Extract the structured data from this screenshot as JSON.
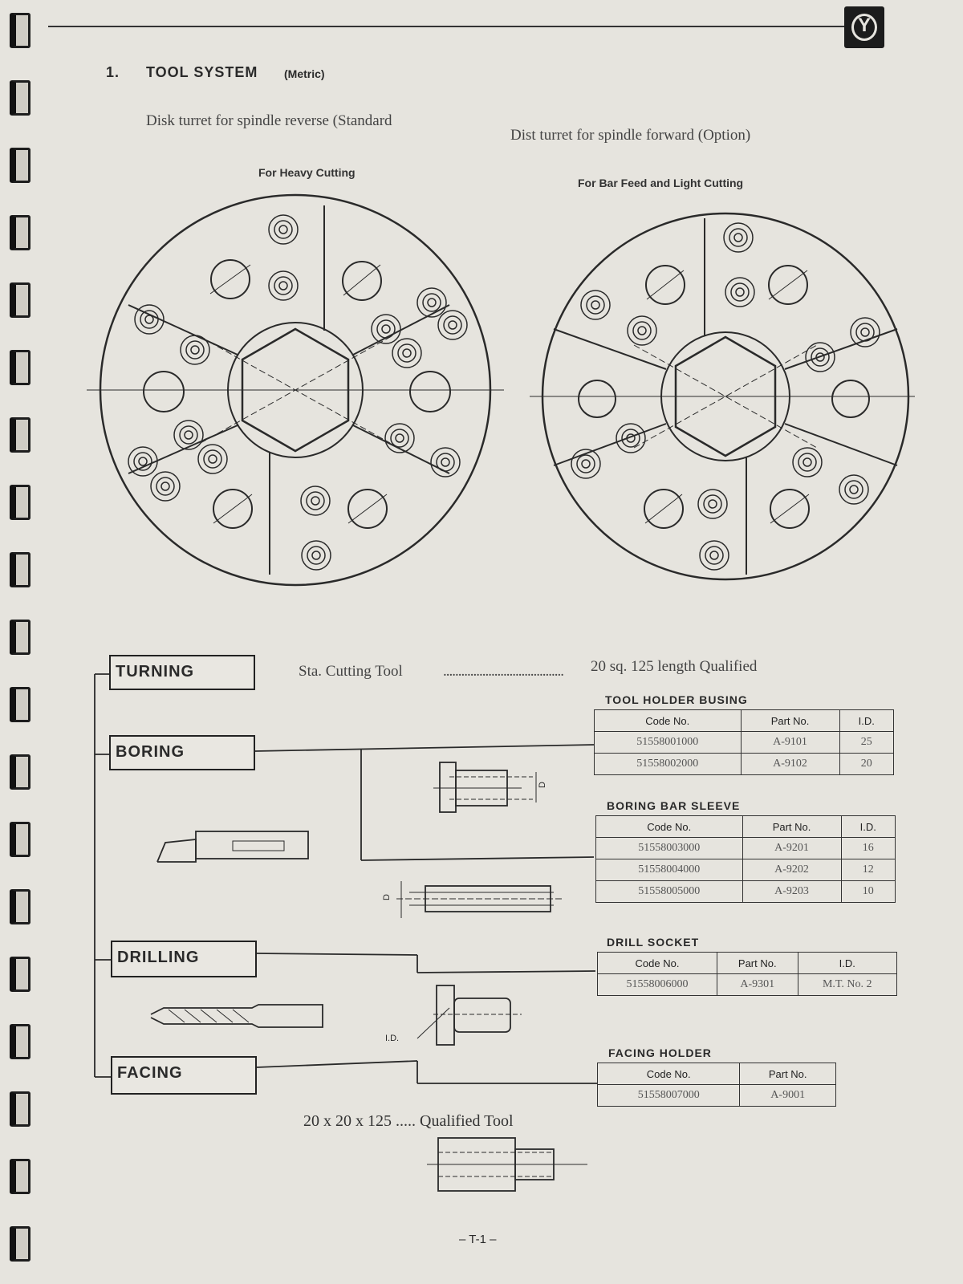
{
  "header": {
    "section_number": "1.",
    "section_title": "TOOL SYSTEM",
    "section_unit": "(Metric)",
    "subtitle_left": "Disk turret for spindle reverse (Standard",
    "subtitle_right": "Dist turret for spindle forward  (Option)",
    "logo_text": "Y"
  },
  "turrets": {
    "left_caption": "For Heavy Cutting",
    "right_caption": "For Bar Feed and Light Cutting"
  },
  "operations": {
    "turning": "TURNING",
    "boring": "BORING",
    "drilling": "DRILLING",
    "facing": "FACING"
  },
  "turning_line": {
    "label": "Sta.  Cutting Tool",
    "dots": "........................................",
    "value": "20 sq. 125 length Qualified"
  },
  "tables": {
    "tool_holder_busing": {
      "title": "TOOL HOLDER BUSING",
      "headers": [
        "Code No.",
        "Part No.",
        "I.D."
      ],
      "rows": [
        [
          "51558001000",
          "A-9101",
          "25"
        ],
        [
          "51558002000",
          "A-9102",
          "20"
        ]
      ]
    },
    "boring_bar_sleeve": {
      "title": "BORING BAR SLEEVE",
      "headers": [
        "Code No.",
        "Part No.",
        "I.D."
      ],
      "rows": [
        [
          "51558003000",
          "A-9201",
          "16"
        ],
        [
          "51558004000",
          "A-9202",
          "12"
        ],
        [
          "51558005000",
          "A-9203",
          "10"
        ]
      ]
    },
    "drill_socket": {
      "title": "DRILL SOCKET",
      "headers": [
        "Code No.",
        "Part No.",
        "I.D."
      ],
      "rows": [
        [
          "51558006000",
          "A-9301",
          "M.T. No. 2"
        ]
      ]
    },
    "facing_holder": {
      "title": "FACING HOLDER",
      "headers": [
        "Code No.",
        "Part No."
      ],
      "rows": [
        [
          "51558007000",
          "A-9001"
        ]
      ]
    }
  },
  "drawing_labels": {
    "d_label_busing": "D",
    "d_label_sleeve": "D",
    "id_label": "I.D."
  },
  "facing_note": "20 x 20 x 125 ..... Qualified Tool",
  "page_number": "– T-1 –"
}
